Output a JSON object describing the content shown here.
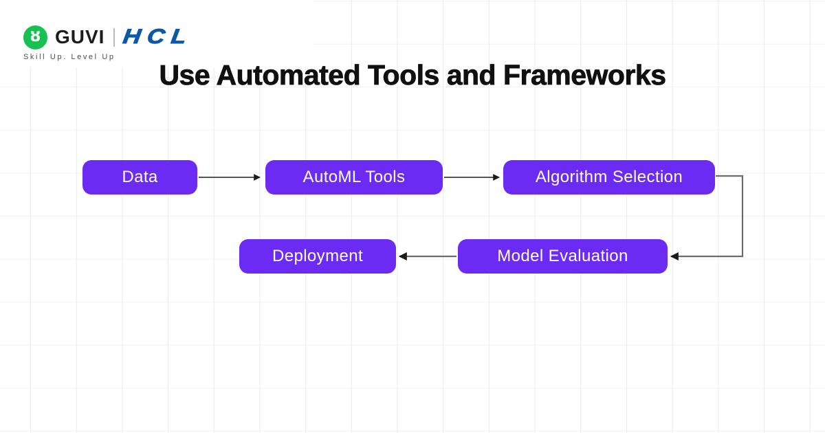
{
  "page": {
    "background": "#ffffff",
    "grid_vertical_line_color": "#ebebeb",
    "grid_horizontal_line_color": "#f1f1f1"
  },
  "header": {
    "brand": {
      "guvi_logo_text": "GUVI",
      "guvi_icon_glyph": "ȣ",
      "guvi_green": "#16C151",
      "tagline": "Skill Up. Level Up",
      "partner_logo_text": "HCL",
      "hcl_blue": "#0B57A8"
    },
    "title": "Use Automated Tools and Frameworks"
  },
  "diagram": {
    "node_fill": "#6C2BF2",
    "node_text_color": "#ffffff",
    "arrow_color_primary": "#1b1b1b",
    "arrow_color_secondary": "#6b6b6b",
    "nodes": [
      {
        "id": "data",
        "label": "Data"
      },
      {
        "id": "automl-tools",
        "label": "AutoML Tools"
      },
      {
        "id": "algorithm-selection",
        "label": "Algorithm Selection"
      },
      {
        "id": "model-evaluation",
        "label": "Model Evaluation"
      },
      {
        "id": "deployment",
        "label": "Deployment"
      }
    ],
    "edges": [
      {
        "from": "data",
        "to": "automl-tools"
      },
      {
        "from": "automl-tools",
        "to": "algorithm-selection"
      },
      {
        "from": "algorithm-selection",
        "to": "model-evaluation"
      },
      {
        "from": "model-evaluation",
        "to": "deployment"
      }
    ]
  }
}
